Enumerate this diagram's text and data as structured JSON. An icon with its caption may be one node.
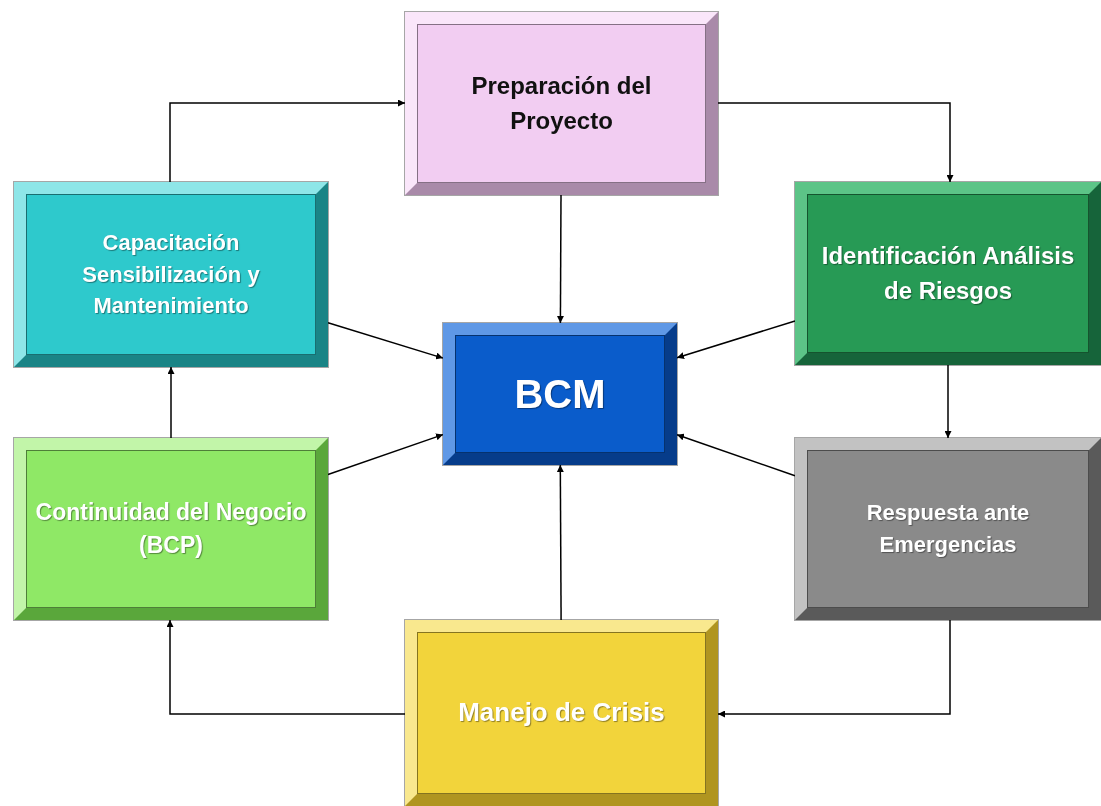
{
  "diagram": {
    "nodes": [
      {
        "text": [
          "Preparación del Proyecto"
        ]
      },
      {
        "text": [
          "Capacitación Sensibilización y Mantenimiento"
        ]
      },
      {
        "text": [
          "Identificación Análisis de Riesgos"
        ]
      },
      {
        "text": [
          "BCM"
        ]
      },
      {
        "text": [
          "Continuidad del Negocio (BCP)"
        ]
      },
      {
        "text": [
          "Respuesta ante Emergencias"
        ]
      },
      {
        "text": [
          "Manejo de Crisis"
        ]
      }
    ],
    "edges": [
      {
        "from": 0,
        "to": 2,
        "arrow": "to"
      },
      {
        "from": 2,
        "to": 5,
        "arrow": "to"
      },
      {
        "from": 5,
        "to": 6,
        "arrow": "to"
      },
      {
        "from": 6,
        "to": 4,
        "arrow": "to"
      },
      {
        "from": 4,
        "to": 1,
        "arrow": "to"
      },
      {
        "from": 1,
        "to": 0,
        "arrow": "to"
      },
      {
        "from": 0,
        "to": 3,
        "arrow": "to"
      },
      {
        "from": 1,
        "to": 3,
        "arrow": "to"
      },
      {
        "from": 2,
        "to": 3,
        "arrow": "to"
      },
      {
        "from": 4,
        "to": 3,
        "arrow": "to"
      },
      {
        "from": 5,
        "to": 3,
        "arrow": "to"
      },
      {
        "from": 6,
        "to": 3,
        "arrow": "to"
      }
    ]
  }
}
